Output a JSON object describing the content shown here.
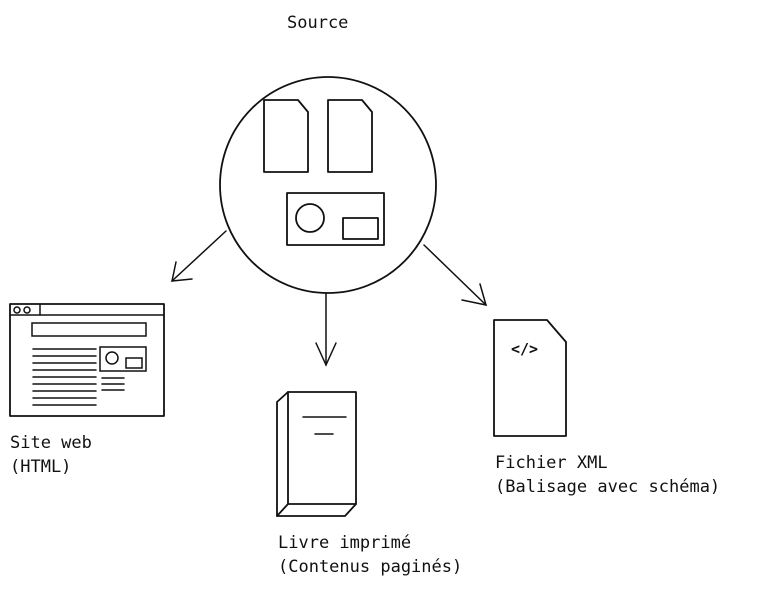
{
  "source": {
    "label": "Source"
  },
  "outputs": {
    "website": {
      "line1": "Site web",
      "line2": "(HTML)"
    },
    "book": {
      "line1": "Livre imprimé",
      "line2": "(Contenus paginés)"
    },
    "xml": {
      "line1": "Fichier XML",
      "line2": "(Balisage avec schéma)",
      "tag_glyph": "</>"
    }
  }
}
